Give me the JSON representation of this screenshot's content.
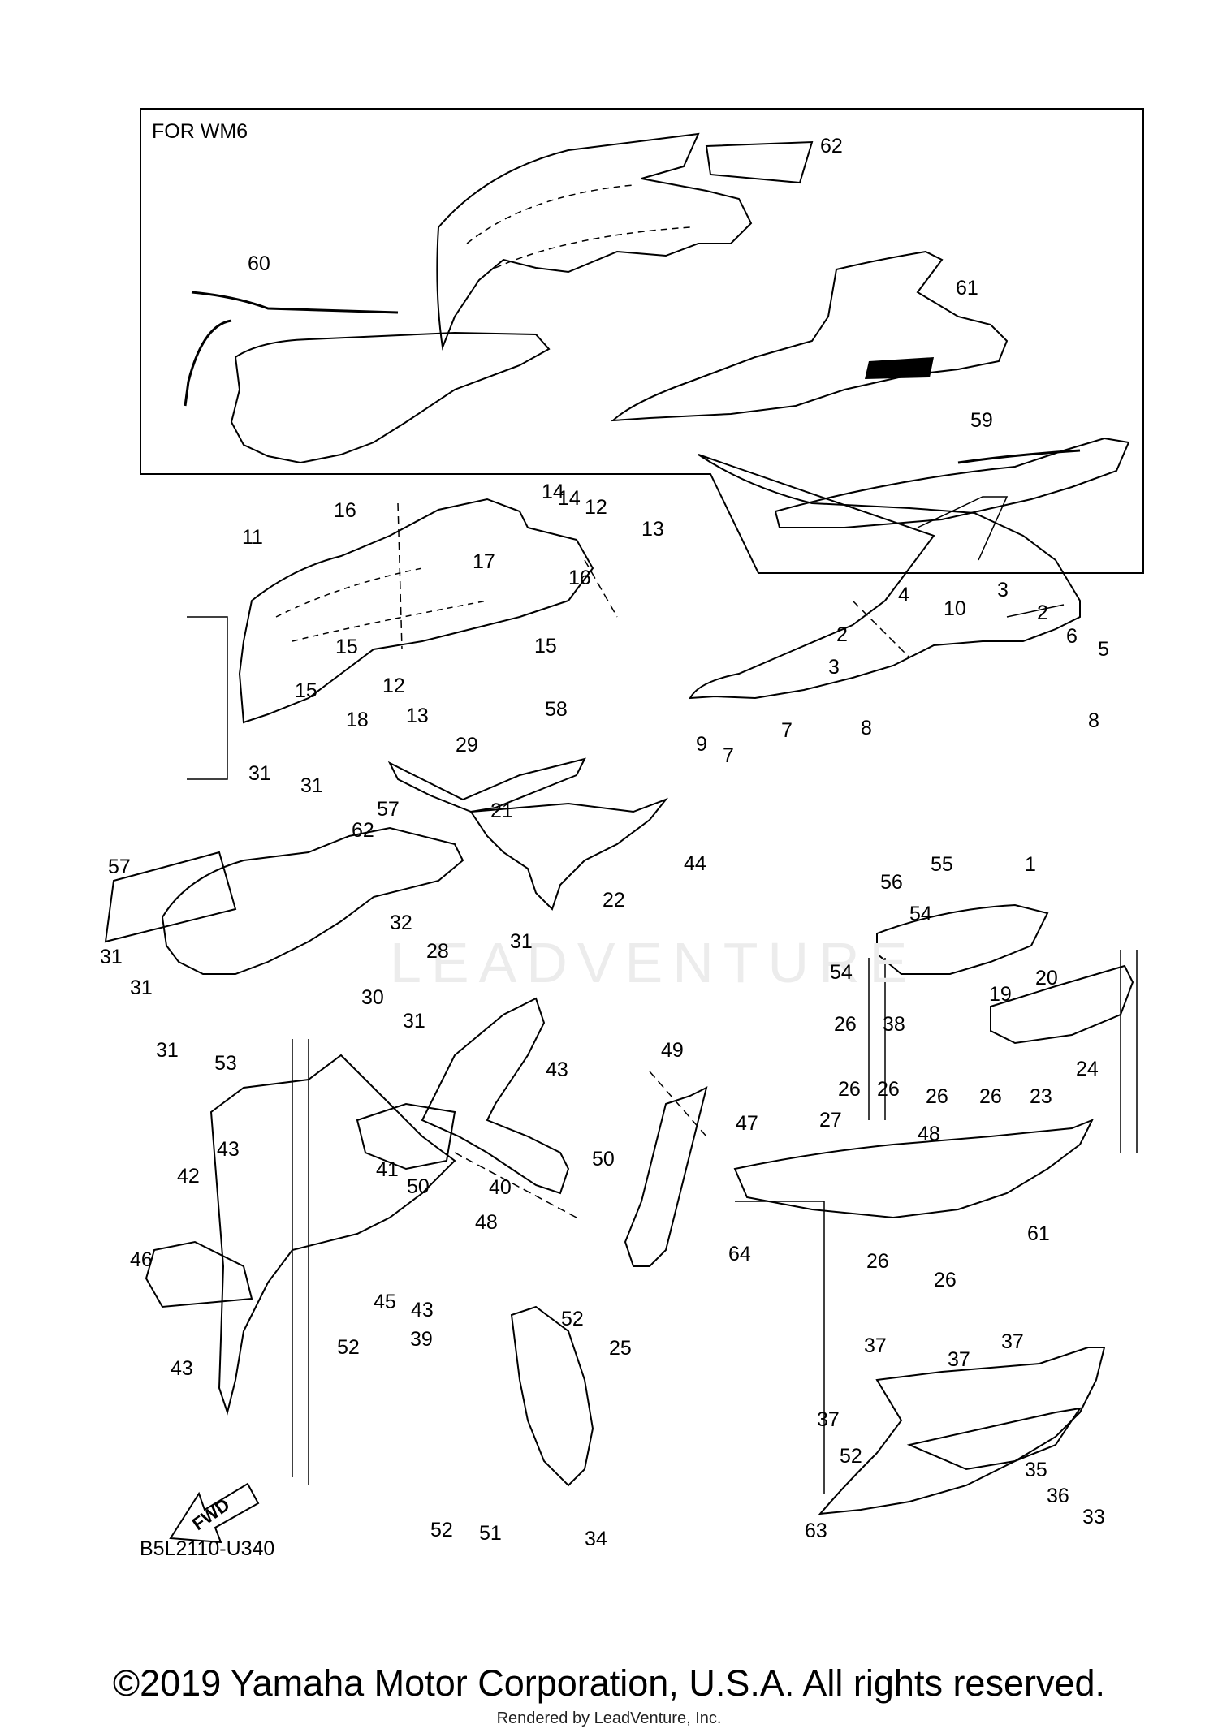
{
  "inset": {
    "label": "FOR WM6"
  },
  "diagram_code": "B5L2110-U340",
  "copyright": "©2019 Yamaha Motor Corporation, U.S.A. All rights reserved.",
  "rendered_by": "Rendered by LeadVenture, Inc.",
  "watermark": "LEADVENTURE",
  "fwd_label": "FWD",
  "callouts": [
    "62",
    "60",
    "61",
    "59",
    "14",
    "16",
    "14",
    "12",
    "13",
    "11",
    "17",
    "16",
    "15",
    "15",
    "15",
    "12",
    "13",
    "18",
    "58",
    "3",
    "4",
    "10",
    "2",
    "2",
    "3",
    "6",
    "5",
    "8",
    "8",
    "9",
    "7",
    "7",
    "55",
    "1",
    "56",
    "29",
    "31",
    "31",
    "62",
    "57",
    "57",
    "21",
    "44",
    "22",
    "31",
    "32",
    "28",
    "31",
    "31",
    "30",
    "31",
    "31",
    "53",
    "54",
    "54",
    "38",
    "20",
    "19",
    "24",
    "26",
    "26",
    "26",
    "26",
    "26",
    "23",
    "61",
    "26",
    "27",
    "26",
    "48",
    "47",
    "49",
    "43",
    "43",
    "42",
    "41",
    "50",
    "50",
    "40",
    "48",
    "64",
    "46",
    "43",
    "45",
    "39",
    "43",
    "52",
    "52",
    "25",
    "37",
    "37",
    "37",
    "37",
    "52",
    "52",
    "51",
    "34",
    "35",
    "36",
    "33",
    "63"
  ],
  "colors": {
    "line": "#000000",
    "background": "#ffffff",
    "watermark": "#ececec"
  }
}
